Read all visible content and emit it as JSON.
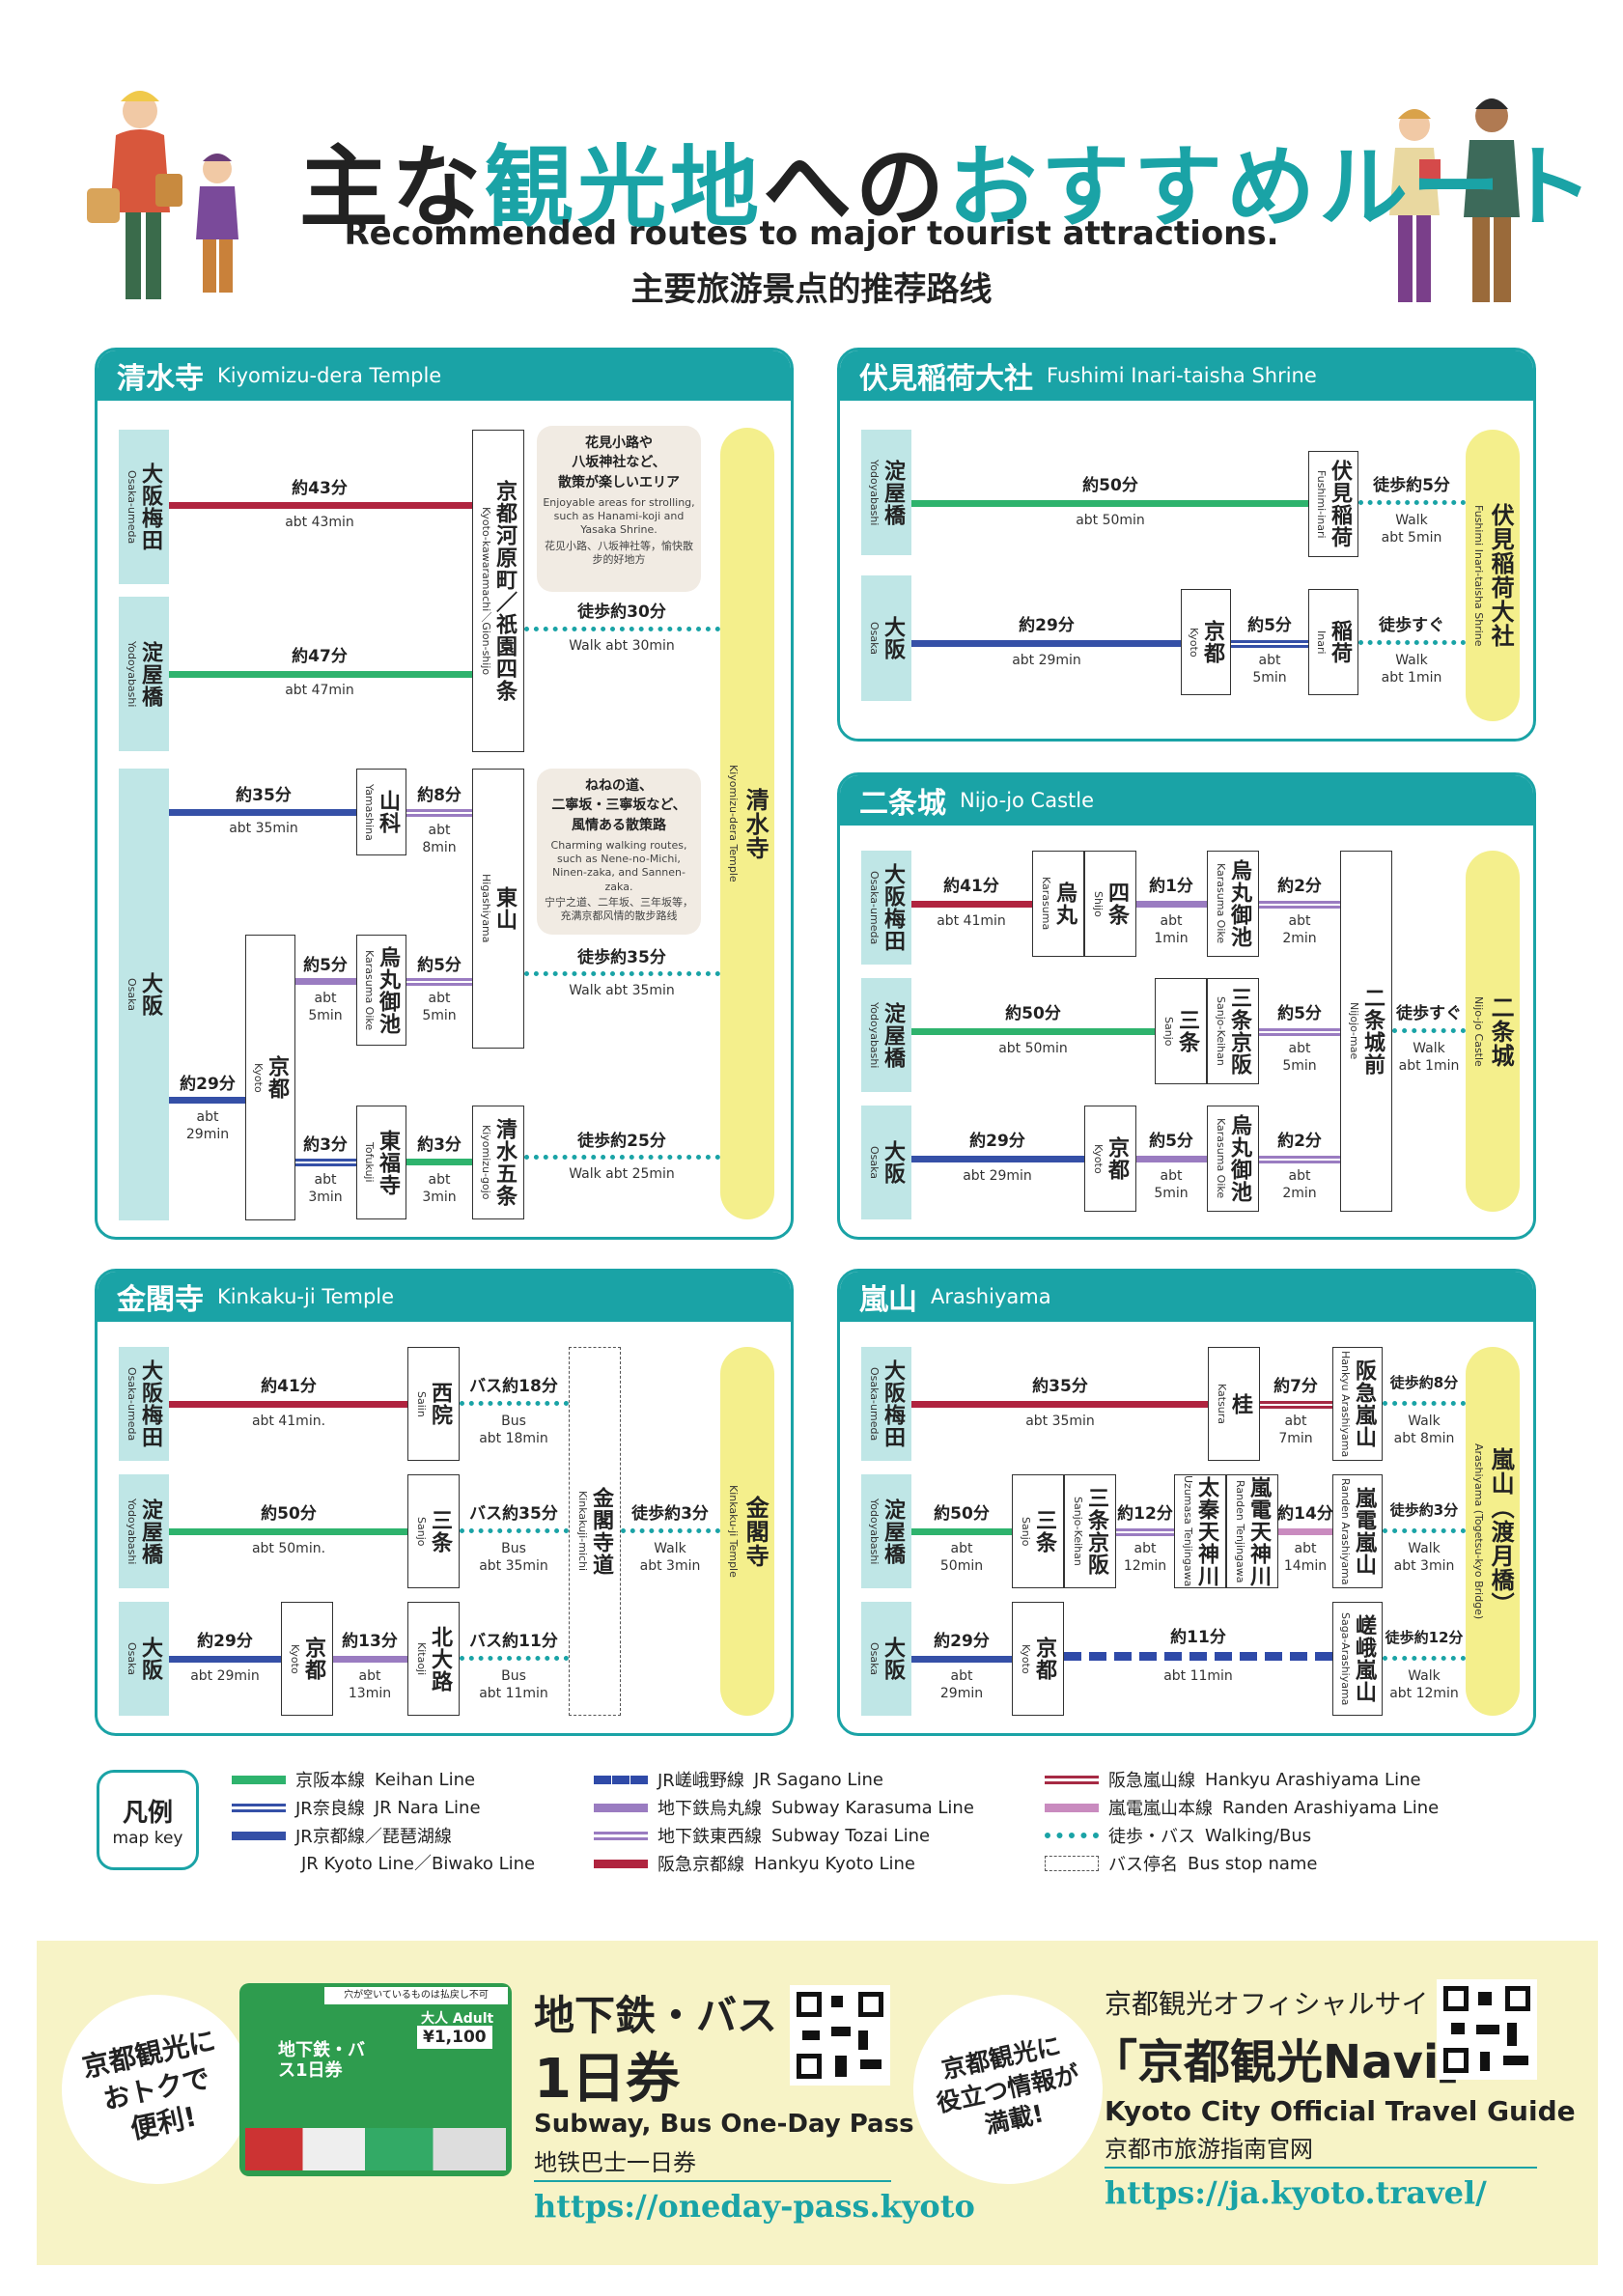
{
  "header": {
    "title_jp_a": "主な",
    "title_jp_b": "観光地",
    "title_jp_c": "への",
    "title_jp_d": "おすすめルート",
    "title_en": "Recommended routes to major tourist attractions.",
    "title_zh": "主要旅游景点的推荐路线"
  },
  "colors": {
    "teal": "#1aa3a6",
    "keihan": "#2eb36d",
    "jr_nara": "#3550a7",
    "jr_kyoto": "#3550a7",
    "jr_sagano": "#2f4aa8",
    "karasuma": "#9a7cc1",
    "tozai": "#9a7cc1",
    "hankyu_kyoto": "#b0243f",
    "hankyu_arashiyama": "#a62a44",
    "randen": "#c98bbf",
    "walk": "#1aa3a6",
    "dest": "#f4ef8c",
    "terminal": "#bfe6e6"
  },
  "kiyomizu": {
    "head_jp": "清水寺",
    "head_en": "Kiyomizu-dera Temple",
    "t1_jp": "大阪梅田",
    "t1_en": "Osaka-umeda",
    "t2_jp": "淀屋橋",
    "t2_en": "Yodoyabashi",
    "t3_jp": "大阪",
    "t3_en": "Osaka",
    "kawaramachi_jp": "京都河原町／祇園四条",
    "kawaramachi_en": "Kyoto-kawaramachi／Gion-shijo",
    "higashiyama_jp": "東山",
    "higashiyama_en": "Higashiyama",
    "yamashina_jp": "山科",
    "yamashina_en": "Yamashina",
    "karasumaoike_jp": "烏丸御池",
    "karasumaoike_en": "Karasuma Oike",
    "kyoto_jp": "京都",
    "kyoto_en": "Kyoto",
    "tofukuji_jp": "東福寺",
    "tofukuji_en": "Tofukuji",
    "gojo_jp": "清水五条",
    "gojo_en": "Kiyomizu-gojo",
    "dest_jp": "清水寺",
    "dest_en": "Kiyomizu-dera Temple",
    "r1": "約43分",
    "r1s": "abt 43min",
    "r2": "約47分",
    "r2s": "abt 47min",
    "r3": "約35分",
    "r3s": "abt 35min",
    "r4": "約8分",
    "r4s1": "abt",
    "r4s2": "8min",
    "r5": "約5分",
    "r5s1": "abt",
    "r5s2": "5min",
    "r6": "約5分",
    "r6s1": "abt",
    "r6s2": "5min",
    "r7": "約29分",
    "r7s1": "abt",
    "r7s2": "29min",
    "r8": "約3分",
    "r8s1": "abt",
    "r8s2": "3min",
    "r9": "約3分",
    "r9s1": "abt",
    "r9s2": "3min",
    "w1": "徒歩約30分",
    "w1s": "Walk abt 30min",
    "w2": "徒歩約35分",
    "w2s": "Walk abt 35min",
    "w3": "徒歩約25分",
    "w3s": "Walk abt 25min",
    "b1_jp": "花見小路や\n八坂神社など、\n散策が楽しいエリア",
    "b1_en": "Enjoyable areas for strolling, such as Hanami-koji and Yasaka Shrine.",
    "b1_zh": "花见小路、八坂神社等，愉快散步的好地方",
    "b2_jp": "ねねの道、\n二寧坂・三寧坂など、\n風情ある散策路",
    "b2_en": "Charming walking routes, such as Nene-no-Michi, Ninen-zaka, and Sannen-zaka.",
    "b2_zh": "宁宁之道、二年坂、三年坂等，充满京都风情的散步路线"
  },
  "fushimi": {
    "head_jp": "伏見稲荷大社",
    "head_en": "Fushimi Inari-taisha Shrine",
    "t1_jp": "淀屋橋",
    "t1_en": "Yodoyabashi",
    "t2_jp": "大阪",
    "t2_en": "Osaka",
    "fi_jp": "伏見稲荷",
    "fi_en": "Fushimi-inari",
    "kyoto_jp": "京都",
    "kyoto_en": "Kyoto",
    "inari_jp": "稲荷",
    "inari_en": "Inari",
    "dest_jp": "伏見稲荷大社",
    "dest_en": "Fushimi Inari-taisha Shrine",
    "r1": "約50分",
    "r1s": "abt 50min",
    "r2": "約29分",
    "r2s": "abt 29min",
    "r3": "約5分",
    "r3s1": "abt",
    "r3s2": "5min",
    "w1": "徒歩約5分",
    "w1s1": "Walk",
    "w1s2": "abt 5min",
    "w2": "徒歩すぐ",
    "w2s1": "Walk",
    "w2s2": "abt 1min"
  },
  "nijo": {
    "head_jp": "二条城",
    "head_en": "Nijo-jo Castle",
    "t1_jp": "大阪梅田",
    "t1_en": "Osaka-umeda",
    "t2_jp": "淀屋橋",
    "t2_en": "Yodoyabashi",
    "t3_jp": "大阪",
    "t3_en": "Osaka",
    "karasuma_jp": "烏丸",
    "karasuma_en": "Karasuma",
    "shijo_jp": "四条",
    "shijo_en": "Shijo",
    "ko1_jp": "烏丸御池",
    "ko1_en": "Karasuma Oike",
    "sanjo_jp": "三条",
    "sanjo_en": "Sanjo",
    "sk_jp": "三条京阪",
    "sk_en": "Sanjo-Keihan",
    "kyoto_jp": "京都",
    "kyoto_en": "Kyoto",
    "ko2_jp": "烏丸御池",
    "ko2_en": "Karasuma Oike",
    "nijomae_jp": "二条城前",
    "nijomae_en": "Nijojo-mae",
    "dest_jp": "二条城",
    "dest_en": "Nijo-jo Castle",
    "r1": "約41分",
    "r1s": "abt 41min",
    "r2": "約1分",
    "r2s1": "abt",
    "r2s2": "1min",
    "r3": "約2分",
    "r3s1": "abt",
    "r3s2": "2min",
    "r4": "約50分",
    "r4s": "abt 50min",
    "r5": "約5分",
    "r5s1": "abt",
    "r5s2": "5min",
    "r6": "約29分",
    "r6s": "abt 29min",
    "r7": "約5分",
    "r7s1": "abt",
    "r7s2": "5min",
    "r8": "約2分",
    "r8s1": "abt",
    "r8s2": "2min",
    "w1": "徒歩すぐ",
    "w1s1": "Walk",
    "w1s2": "abt 1min"
  },
  "kinkaku": {
    "head_jp": "金閣寺",
    "head_en": "Kinkaku-ji Temple",
    "t1_jp": "大阪梅田",
    "t1_en": "Osaka-umeda",
    "t2_jp": "淀屋橋",
    "t2_en": "Yodoyabashi",
    "t3_jp": "大阪",
    "t3_en": "Osaka",
    "saiin_jp": "西院",
    "saiin_en": "Saiin",
    "sanjo_jp": "三条",
    "sanjo_en": "Sanjo",
    "kyoto_jp": "京都",
    "kyoto_en": "Kyoto",
    "kitaoji_jp": "北大路",
    "kitaoji_en": "Kitaoji",
    "stop_jp": "金閣寺道",
    "stop_en": "Kinkakuji-michi",
    "dest_jp": "金閣寺",
    "dest_en": "Kinkaku-ji Temple",
    "r1": "約41分",
    "r1s": "abt 41min.",
    "r2": "約50分",
    "r2s": "abt 50min.",
    "r3": "約29分",
    "r3s": "abt 29min",
    "r4": "約13分",
    "r4s1": "abt",
    "r4s2": "13min",
    "b1": "バス約18分",
    "b1s1": "Bus",
    "b1s2": "abt 18min",
    "b2": "バス約35分",
    "b2s1": "Bus",
    "b2s2": "abt 35min",
    "b3": "バス約11分",
    "b3s1": "Bus",
    "b3s2": "abt 11min",
    "w1": "徒歩約3分",
    "w1s1": "Walk",
    "w1s2": "abt 3min"
  },
  "arashiyama": {
    "head_jp": "嵐山",
    "head_en": "Arashiyama",
    "t1_jp": "大阪梅田",
    "t1_en": "Osaka-umeda",
    "t2_jp": "淀屋橋",
    "t2_en": "Yodoyabashi",
    "t3_jp": "大阪",
    "t3_en": "Osaka",
    "katsura_jp": "桂",
    "katsura_en": "Katsura",
    "ha_jp": "阪急嵐山",
    "ha_en": "Hankyu Arashiyama",
    "sanjo_jp": "三条",
    "sanjo_en": "Sanjo",
    "sk_jp": "三条京阪",
    "sk_en": "Sanjo-Keihan",
    "uzu_jp": "太秦天神川",
    "uzu_en": "Uzumasa Tenjingawa",
    "rtj_jp": "嵐電天神川",
    "rtj_en": "Randen Tenjingawa",
    "ra_jp": "嵐電嵐山",
    "ra_en": "Randen Arashiyama",
    "kyoto_jp": "京都",
    "kyoto_en": "Kyoto",
    "saga_jp": "嵯峨嵐山",
    "saga_en": "Saga-Arashiyama",
    "dest_jp": "嵐山（渡月橋）",
    "dest_en": "Arashiyama (Togetsu-kyo Bridge)",
    "r1": "約35分",
    "r1s": "abt 35min",
    "r2": "約7分",
    "r2s1": "abt",
    "r2s2": "7min",
    "r3": "約50分",
    "r3s1": "abt",
    "r3s2": "50min",
    "r4": "約12分",
    "r4s1": "abt",
    "r4s2": "12min",
    "r5": "約14分",
    "r5s1": "abt",
    "r5s2": "14min",
    "r6": "約29分",
    "r6s1": "abt",
    "r6s2": "29min",
    "r7": "約11分",
    "r7s": "abt 11min",
    "w1": "徒歩約8分",
    "w1s1": "Walk",
    "w1s2": "abt 8min",
    "w2": "徒歩約3分",
    "w2s1": "Walk",
    "w2s2": "abt 3min",
    "w3": "徒歩約12分",
    "w3s1": "Walk",
    "w3s2": "abt 12min"
  },
  "legend": {
    "title_jp": "凡例",
    "title_en": "map key",
    "items": [
      {
        "jp": "京阪本線",
        "en": "Keihan Line"
      },
      {
        "jp": "JR奈良線",
        "en": "JR Nara Line"
      },
      {
        "jp": "JR京都線／琵琶湖線",
        "en": "JR Kyoto Line／Biwako Line"
      },
      {
        "jp": "JR嵯峨野線",
        "en": "JR Sagano Line"
      },
      {
        "jp": "地下鉄烏丸線",
        "en": "Subway Karasuma Line"
      },
      {
        "jp": "地下鉄東西線",
        "en": "Subway Tozai Line"
      },
      {
        "jp": "阪急京都線",
        "en": "Hankyu Kyoto Line"
      },
      {
        "jp": "阪急嵐山線",
        "en": "Hankyu Arashiyama Line"
      },
      {
        "jp": "嵐電嵐山本線",
        "en": "Randen Arashiyama Line"
      },
      {
        "jp": "徒歩・バス",
        "en": "Walking/Bus"
      },
      {
        "jp": "バス停名",
        "en": "Bus stop name"
      }
    ]
  },
  "bottom": {
    "circle1": "京都観光に\nおトクで\n便利!",
    "pass_jp1": "地下鉄・バス",
    "pass_jp2": "1日券",
    "pass_en": "Subway, Bus One-Day Pass",
    "pass_zh": "地铁巴士一日券",
    "pass_url": "https://oneday-pass.kyoto",
    "card_note": "穴が空いているものは払戻し不可",
    "card_title": "地下鉄・バス1日券",
    "card_adult": "大人 Adult",
    "card_price": "¥1,100",
    "circle2": "京都観光に\n役立つ情報が\n満載!",
    "navi_sub": "京都観光オフィシャルサイト",
    "navi_title": "「京都観光Navi」",
    "navi_en": "Kyoto City Official Travel Guide",
    "navi_zh": "京都市旅游指南官网",
    "navi_url": "https://ja.kyoto.travel/"
  }
}
